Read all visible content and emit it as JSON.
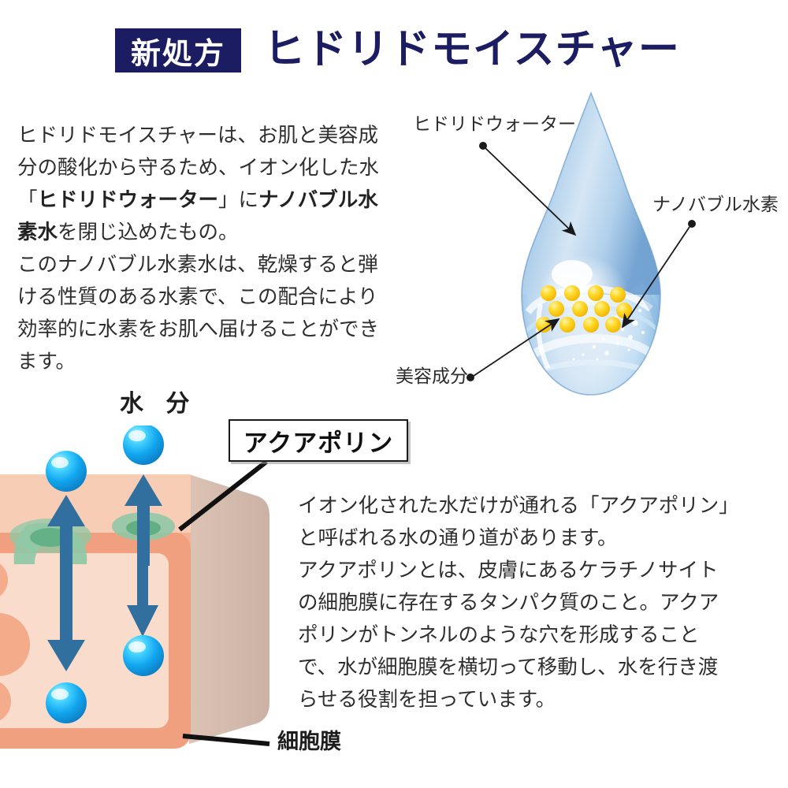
{
  "header": {
    "badge_label": "新処方",
    "title": "ヒドリドモイスチャー",
    "badge_bg": "#1c1c62",
    "title_color": "#1c1c62"
  },
  "intro": {
    "line1": "ヒドリドモイスチャーは、お肌と美容成",
    "line2": "分の酸化から守るため、イオン化した水",
    "line3_pre": "「",
    "line3_bold": "ヒドリドウォーター",
    "line3_mid": "」に",
    "line3_bold2": "ナノバブル水",
    "line4_bold": "素水",
    "line4_post": "を閉じ込めたもの。",
    "line5": "このナノバブル水素水は、乾燥すると弾",
    "line6": "ける性質のある水素で、この配合により",
    "line7": "効率的に水素をお肌へ届けることができ",
    "line8": "ます。"
  },
  "droplet": {
    "labels": {
      "hydrid_water": "ヒドリドウォーター",
      "nanobubble_hydrogen": "ナノバブル水素",
      "beauty_ingredient": "美容成分"
    },
    "beauty_dot_count": 12,
    "beauty_dot_color": "#ffd11a",
    "water_color_edge": "#5b8fc9",
    "water_color_core": "#ffffff"
  },
  "cell": {
    "labels": {
      "water_content": "水 分",
      "aquaporin": "アクアポリン",
      "cell_membrane": "細胞膜"
    },
    "membrane_color": "#f0a07e",
    "cytoplasm_color": "#fadccd",
    "pore_color": "#86c49c",
    "water_molecule_color": "#18a8f0",
    "arrow_color": "#31709e",
    "water_molecule_count": 4,
    "pore_count": 2
  },
  "aquaporin_text": {
    "line1": "イオン化された水だけが通れる「アクアポリン」",
    "line2": "と呼ばれる水の通り道があります。",
    "line3": "アクアポリンとは、皮膚にあるケラチノサイト",
    "line4": "の細胞膜に存在するタンパク質のこと。アクア",
    "line5": "ポリンがトンネルのような穴を形成すること",
    "line6": "で、水が細胞膜を横切って移動し、水を行き渡",
    "line7": "らせる役割を担っています。"
  }
}
